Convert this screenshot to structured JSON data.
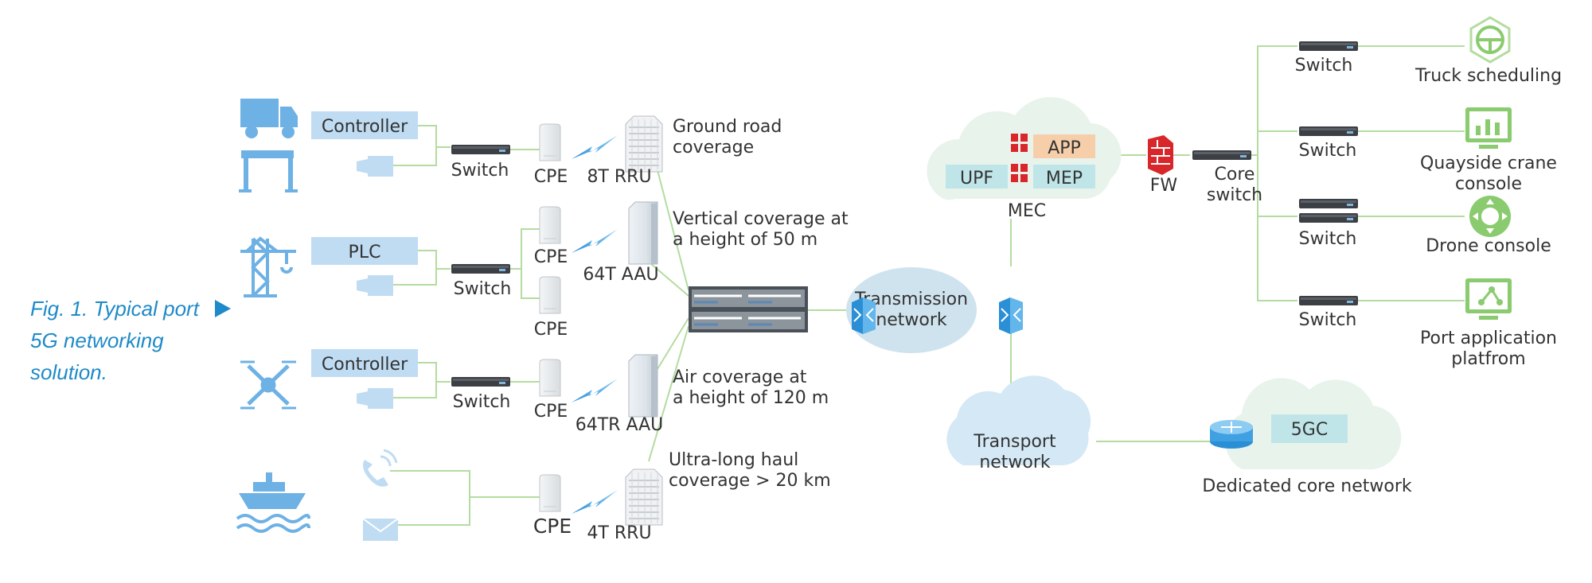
{
  "figure": {
    "caption_lines": [
      "Fig. 1. Typical port",
      "5G networking",
      "solution."
    ]
  },
  "colors": {
    "link_line": "#B4DCA0",
    "icon_blue": "#6DB1E5",
    "box_blue": "#BFDCF3",
    "box_teal": "#BFE5E8",
    "box_orange": "#F6CFAA",
    "cloud_fill": "#E8F3EC",
    "cloud_blue": "#D4E8F6",
    "oval_fill": "#CFE3EE",
    "firewall_red": "#D8262A",
    "caption_blue": "#1E8AC8",
    "text_dark": "#333333"
  },
  "left_groups": [
    {
      "icon": "truck-icon",
      "icon2": "road-barrier-icon",
      "box_label": "Controller",
      "device_icon": "camera-icon",
      "switch_label": "Switch",
      "cpe_labels": [
        "CPE"
      ],
      "radio_label": "8T RRU",
      "coverage_lines": [
        "Ground road",
        "coverage"
      ]
    },
    {
      "icon": "crane-icon",
      "box_label": "PLC",
      "device_icon": "camera-icon",
      "switch_label": "Switch",
      "cpe_labels": [
        "CPE",
        "CPE"
      ],
      "radio_label": "64T AAU",
      "coverage_lines": [
        "Vertical coverage at",
        "a height of 50 m"
      ]
    },
    {
      "icon": "drone-icon",
      "box_label": "Controller",
      "device_icon": "camera-icon",
      "switch_label": "Switch",
      "cpe_labels": [
        "CPE"
      ],
      "radio_label": "64TR AAU",
      "coverage_lines": [
        "Air coverage at",
        "a height of 120 m"
      ]
    },
    {
      "icon": "ship-icon",
      "device_icons": [
        "phone-icon",
        "mail-icon"
      ],
      "cpe_labels": [
        "CPE"
      ],
      "radio_label": "4T RRU",
      "coverage_lines": [
        "Ultra-long haul",
        "coverage > 20 km"
      ]
    }
  ],
  "core": {
    "transmission_lines": [
      "Transmission",
      "network"
    ],
    "transport_lines": [
      "Transport",
      "network"
    ],
    "mec": {
      "label": "MEC",
      "boxes": [
        "APP",
        "UPF",
        "MEP"
      ]
    },
    "fw_label": "FW",
    "core_switch_lines": [
      "Core",
      "switch"
    ],
    "dedicated": {
      "box": "5GC",
      "label": "Dedicated core network"
    }
  },
  "right_apps": [
    {
      "switch_label": "Switch",
      "app_lines": [
        "Truck scheduling"
      ],
      "icon": "steering-wheel-icon"
    },
    {
      "switch_label": "Switch",
      "app_lines": [
        "Quayside crane",
        "console"
      ],
      "icon": "monitor-chart-icon"
    },
    {
      "switch_label": "Switch",
      "app_lines": [
        "Drone console"
      ],
      "icon": "direction-pad-icon"
    },
    {
      "switch_label": "Switch",
      "app_lines": [
        "Port application",
        "platfrom"
      ],
      "icon": "monitor-share-icon"
    }
  ]
}
